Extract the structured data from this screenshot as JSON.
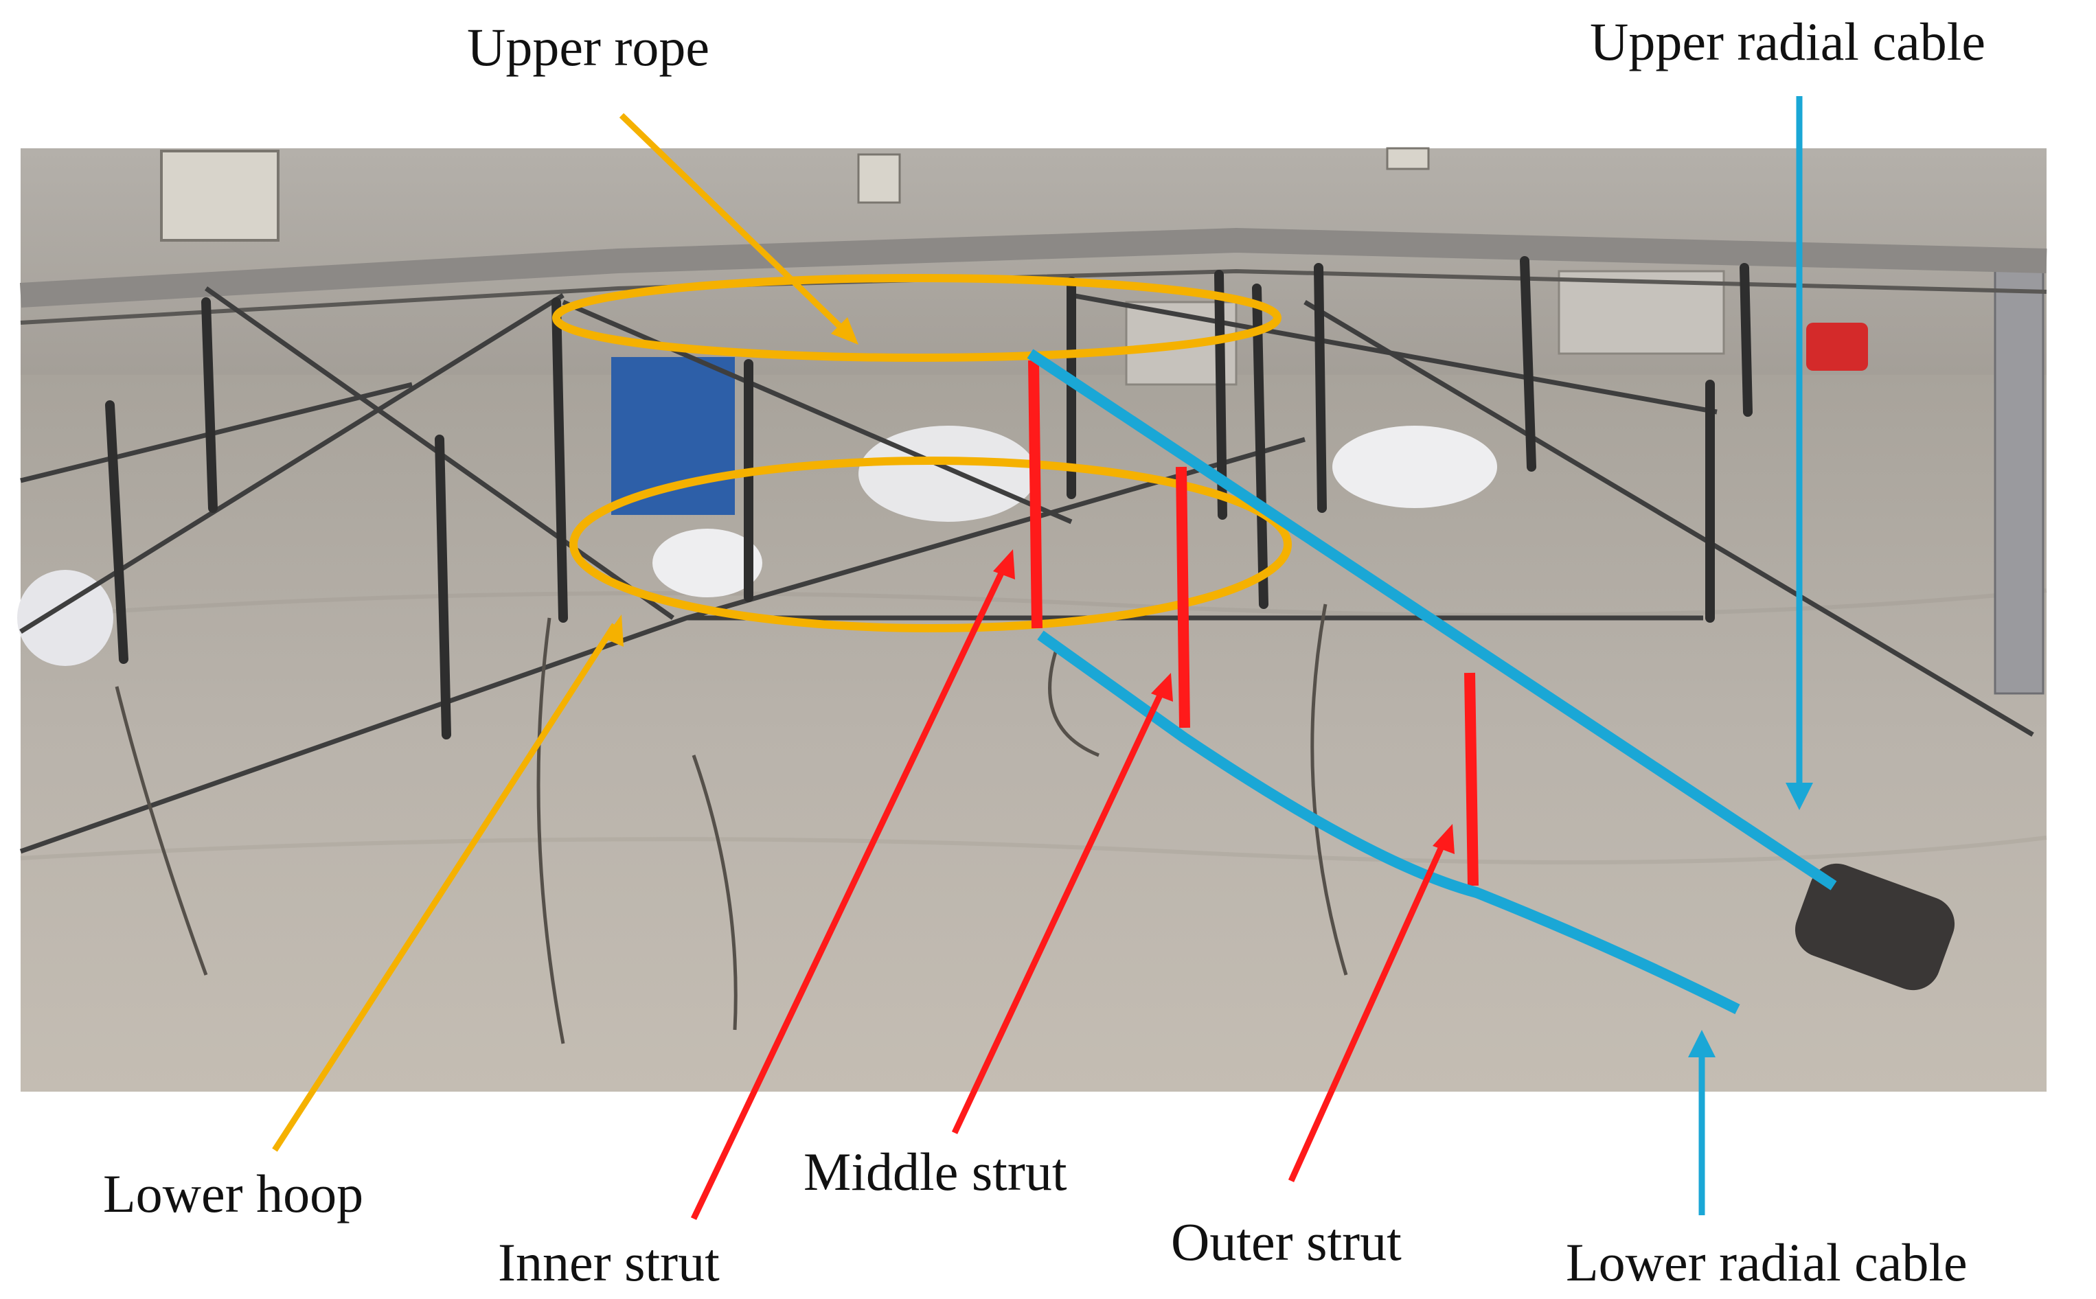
{
  "labels": {
    "upper_rope": "Upper rope",
    "upper_radial_cable": "Upper radial cable",
    "lower_hoop": "Lower hoop",
    "inner_strut": "Inner strut",
    "middle_strut": "Middle strut",
    "outer_strut": "Outer strut",
    "lower_radial_cable": "Lower radial cable"
  },
  "colors": {
    "hoop_annotation": "#f5b100",
    "strut_annotation": "#ff1a1a",
    "cable_annotation": "#1aa7d6",
    "floor": "#b9b3ab",
    "wall": "#a9a59f",
    "truss": "#4a4a4a"
  },
  "photo": {
    "subject": "cable-strut dome model in a lab hall"
  }
}
